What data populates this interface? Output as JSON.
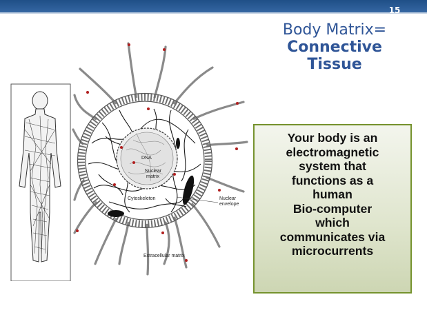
{
  "slide": {
    "number": "15",
    "title_line1": "Body Matrix=",
    "title_line2": "Connective",
    "title_line3": "Tissue"
  },
  "callout": {
    "lines": [
      "Your body is an",
      "electromagnetic",
      "system that",
      "functions as a",
      "human",
      "Bio-computer",
      "which",
      "communicates via",
      "microcurrents"
    ]
  },
  "figure": {
    "labels": {
      "dna": "DNA",
      "nuclear_matrix_1": "Nuclear",
      "nuclear_matrix_2": "matrix",
      "nuclear_envelope_1": "Nuclear",
      "nuclear_envelope_2": "envelope",
      "cytoskeleton": "Cytoskeleton",
      "extracellular_matrix": "Extracellular matrix"
    }
  },
  "colors": {
    "header_bar": "#2b5c96",
    "title": "#2f5597",
    "callout_border": "#75922d",
    "callout_fill": "#dfe5cd",
    "marker_dots": "#b01e1e"
  }
}
